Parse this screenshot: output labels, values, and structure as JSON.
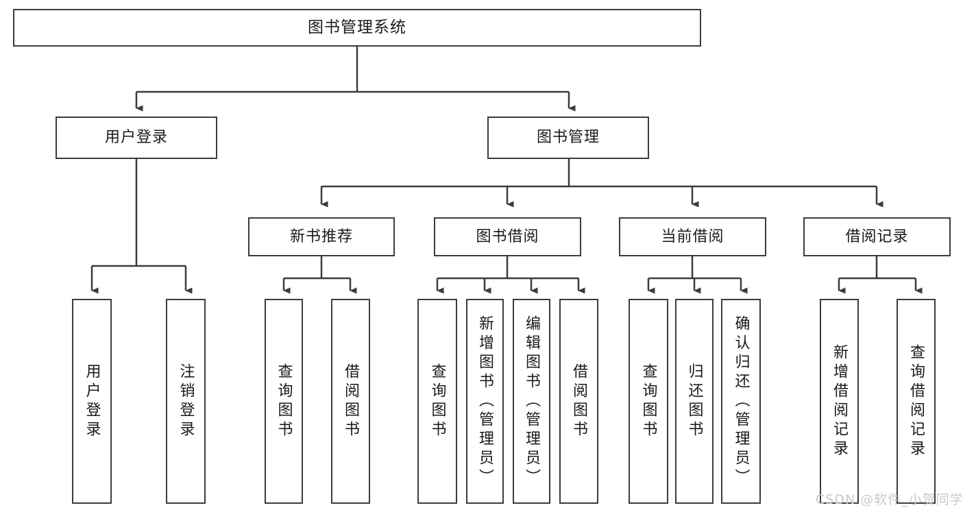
{
  "diagram": {
    "title_node": "图书管理系统",
    "watermark": "CSDN @软件_小贺同学",
    "colors": {
      "border": "#3b3b3b",
      "background": "#ffffff",
      "text": "#1a1a1a",
      "watermark": "#c9c9c9"
    }
  },
  "nodes": {
    "root": "图书管理系统",
    "level2": [
      {
        "id": "user-login",
        "label": "用户登录"
      },
      {
        "id": "book-manage",
        "label": "图书管理"
      }
    ],
    "level3": [
      {
        "id": "new-book-recommend",
        "label": "新书推荐"
      },
      {
        "id": "book-borrow",
        "label": "图书借阅"
      },
      {
        "id": "current-borrow",
        "label": "当前借阅"
      },
      {
        "id": "borrow-record",
        "label": "借阅记录"
      }
    ],
    "leaves": [
      {
        "id": "leaf-user-login",
        "label": "用户登录"
      },
      {
        "id": "leaf-logout-login",
        "label": "注销登录"
      },
      {
        "id": "leaf-query-book-1",
        "label": "查询图书"
      },
      {
        "id": "leaf-borrow-book-1",
        "label": "借阅图书"
      },
      {
        "id": "leaf-query-book-2",
        "label": "查询图书"
      },
      {
        "id": "leaf-add-book",
        "label": "新增图书（管理员）"
      },
      {
        "id": "leaf-edit-book",
        "label": "编辑图书（管理员）"
      },
      {
        "id": "leaf-borrow-book-2",
        "label": "借阅图书"
      },
      {
        "id": "leaf-query-book-3",
        "label": "查询图书"
      },
      {
        "id": "leaf-return-book",
        "label": "归还图书"
      },
      {
        "id": "leaf-confirm-return",
        "label": "确认归还（管理员）"
      },
      {
        "id": "leaf-add-record",
        "label": "新增借阅记录"
      },
      {
        "id": "leaf-query-record",
        "label": "查询借阅记录"
      }
    ]
  },
  "chart_data": {
    "type": "diagram",
    "layout": "tree",
    "title": "图书管理系统",
    "edges": [
      {
        "from": "图书管理系统",
        "to": "用户登录"
      },
      {
        "from": "图书管理系统",
        "to": "图书管理"
      },
      {
        "from": "用户登录",
        "to": "用户登录"
      },
      {
        "from": "用户登录",
        "to": "注销登录"
      },
      {
        "from": "图书管理",
        "to": "新书推荐"
      },
      {
        "from": "图书管理",
        "to": "图书借阅"
      },
      {
        "from": "图书管理",
        "to": "当前借阅"
      },
      {
        "from": "图书管理",
        "to": "借阅记录"
      },
      {
        "from": "新书推荐",
        "to": "查询图书"
      },
      {
        "from": "新书推荐",
        "to": "借阅图书"
      },
      {
        "from": "图书借阅",
        "to": "查询图书"
      },
      {
        "from": "图书借阅",
        "to": "新增图书（管理员）"
      },
      {
        "from": "图书借阅",
        "to": "编辑图书（管理员）"
      },
      {
        "from": "图书借阅",
        "to": "借阅图书"
      },
      {
        "from": "当前借阅",
        "to": "查询图书"
      },
      {
        "from": "当前借阅",
        "to": "归还图书"
      },
      {
        "from": "当前借阅",
        "to": "确认归还（管理员）"
      },
      {
        "from": "借阅记录",
        "to": "新增借阅记录"
      },
      {
        "from": "借阅记录",
        "to": "查询借阅记录"
      }
    ]
  }
}
